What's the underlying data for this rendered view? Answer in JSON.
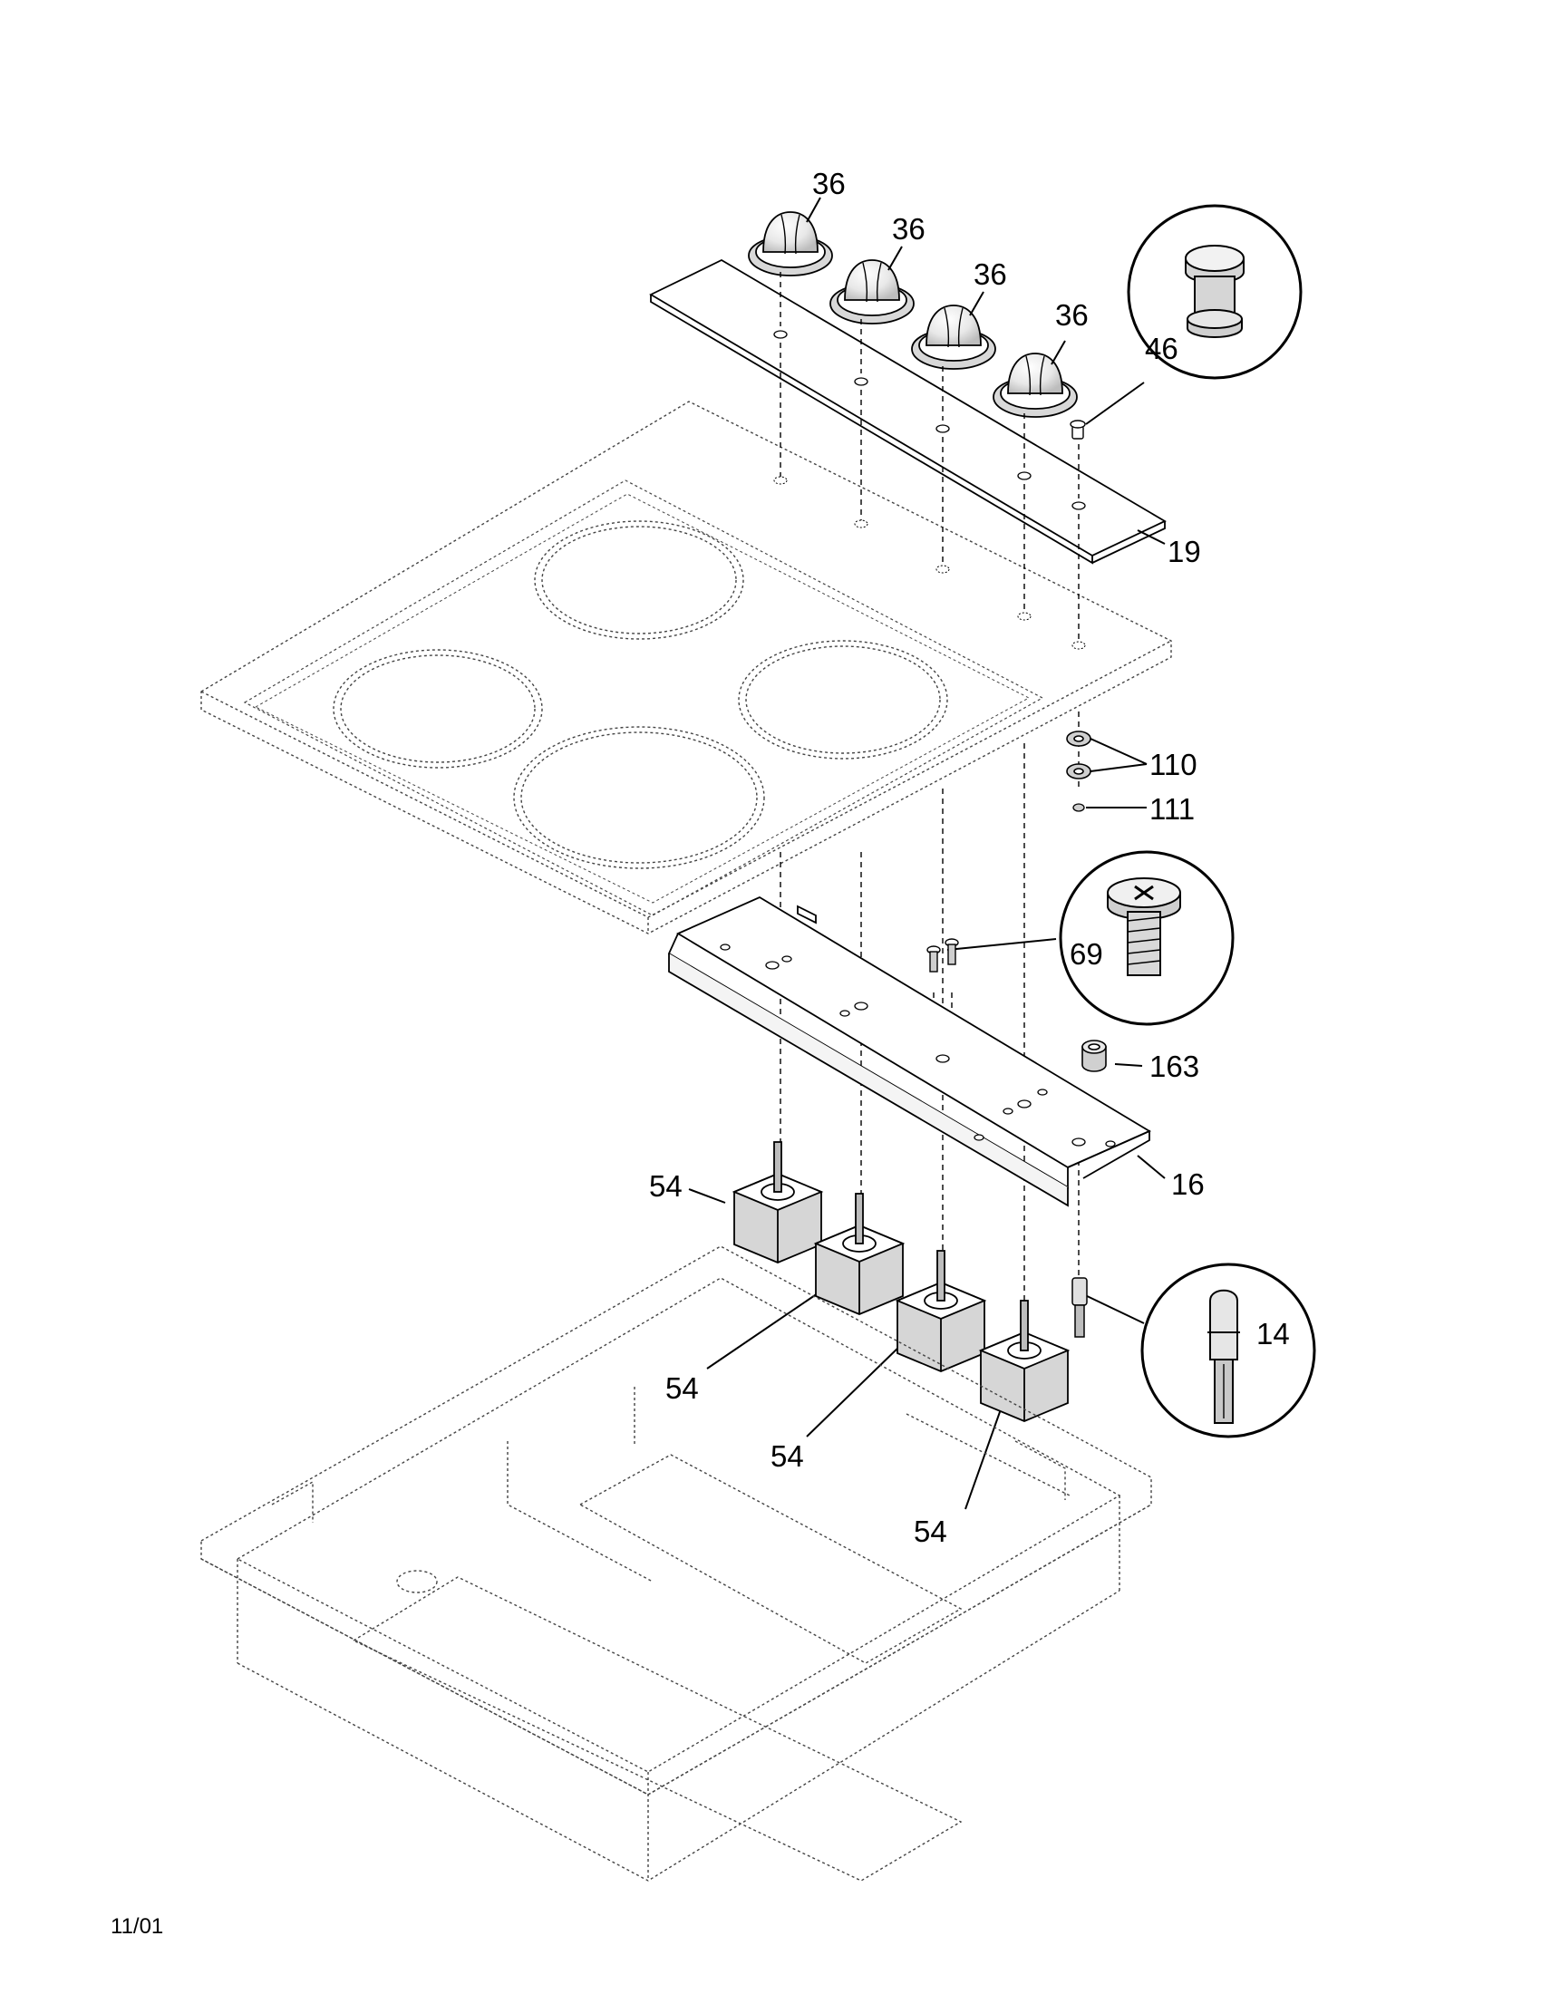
{
  "footer": {
    "date": "11/01"
  },
  "callouts": {
    "knob_1": "36",
    "knob_2": "36",
    "knob_3": "36",
    "knob_4": "36",
    "indicator_light_lens": "46",
    "control_panel": "19",
    "washers": "110",
    "nut": "111",
    "screw": "69",
    "bushing": "163",
    "bracket": "16",
    "switch_1": "54",
    "switch_2": "54",
    "switch_3": "54",
    "switch_4": "54",
    "indicator_light": "14"
  }
}
